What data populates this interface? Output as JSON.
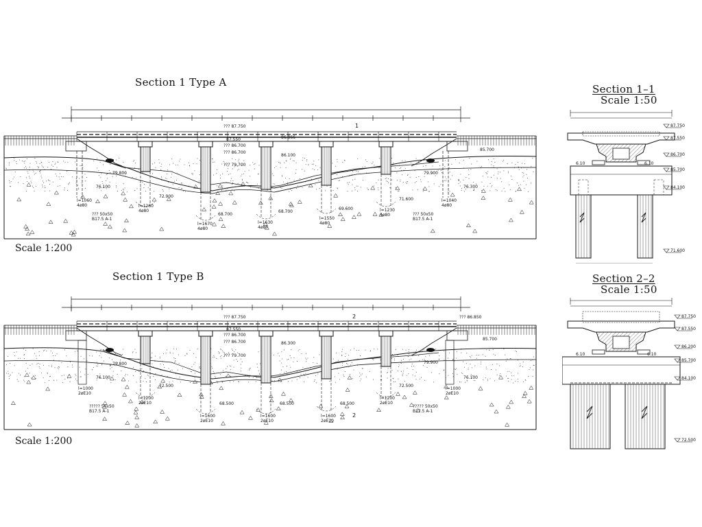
{
  "titles": {
    "section_a": "Section 1 Type A",
    "section_b": "Section 1 Type B",
    "section_11": "Section 1–1",
    "section_22": "Section 2–2",
    "scale_50": "Scale 1:50",
    "scale_200": "Scale 1:200"
  },
  "elevations_a": {
    "deck_top": "??? 87.750",
    "l2": "87.550",
    "l3": "??? 86.700",
    "l4": "??? 86.700",
    "l5": "??? 79.700",
    "right_top": "86.866",
    "cap_right": "86.100",
    "abut_right": "85.700",
    "water_left": "79.800",
    "water_right": "79.900",
    "pile_tip_left": "76.100",
    "pile_tip_right": "76.300",
    "bed_1": "72.900",
    "bed_2": "68.700",
    "bed_3": "68.700",
    "bed_4": "69.600",
    "bed_5": "71.600",
    "bearing_left": "??? 50x50",
    "bearing_left_2": "B17.5 A-1",
    "bearing_right": "??? 50x50",
    "bearing_right_2": "B17.5 A-1",
    "pile_1": "l=1060",
    "pile_1b": "4ø80",
    "pile_2": "l=1260",
    "pile_2b": "4ø80",
    "pile_3": "l=1670",
    "pile_3b": "4ø80",
    "pile_4": "l=1630",
    "pile_4b": "4ø80",
    "pile_5": "l=1550",
    "pile_5b": "4ø80",
    "pile_6": "l=1230",
    "pile_6b": "4ø80",
    "pile_7": "l=1040",
    "pile_7b": "4ø80",
    "mark_1": "1"
  },
  "elevations_b": {
    "deck_top": "??? 87.750",
    "l2": "87.550",
    "l3": "??? 86.700",
    "l4": "??? 86.700",
    "l5": "??? 79.700",
    "right_top": "??? 86.850",
    "cap_right": "86.300",
    "abut_right": "85.700",
    "water_left": "79.800",
    "water_right": "79.900",
    "pile_tip_left": "76.100",
    "pile_tip_right": "76.100",
    "bed_1": "72.500",
    "bed_2": "68.500",
    "bed_3": "68.500",
    "bed_4": "68.500",
    "bed_5": "72.500",
    "bearing_left": "????? 50x50",
    "bearing_left_2": "B17.5 A-1",
    "bearing_right": "????? 50x50",
    "bearing_right_2": "B17.5 A-1",
    "pile_1": "l=1000",
    "pile_1b": "2øE10",
    "pile_2": "l=1200",
    "pile_2b": "2øE10",
    "pile_3": "l=1600",
    "pile_3b": "2øE10",
    "pile_4": "l=1600",
    "pile_4b": "2øE10",
    "pile_5": "l=1600",
    "pile_5b": "2øE10",
    "pile_6": "l=1200",
    "pile_6b": "2øE10",
    "pile_7": "l=1000",
    "pile_7b": "2øE10",
    "mark_2": "2",
    "mark_2b": "2"
  },
  "elevations_11": {
    "e1": "87.750",
    "e2": "87.550",
    "e3": "86.700",
    "e4": "85.700",
    "e5": "84.100",
    "e6": "71.600",
    "s1": "6.10",
    "s2": "6.10"
  },
  "elevations_22": {
    "e1": "87.750",
    "e2": "87.550",
    "e3": "86.200",
    "e4": "85.700",
    "e5": "84.100",
    "e6": "72.500",
    "s1": "6.10",
    "s2": "6.10"
  }
}
